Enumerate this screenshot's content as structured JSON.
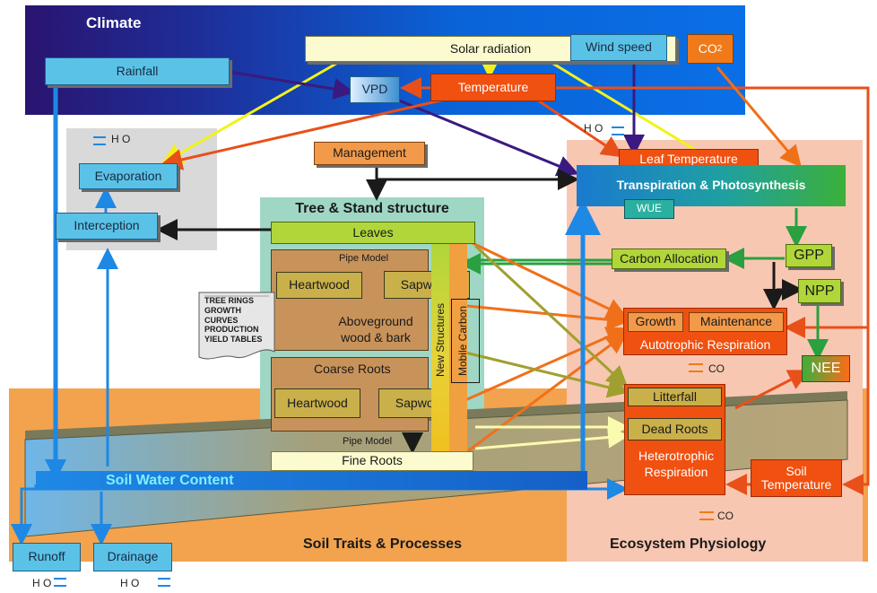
{
  "regions": {
    "climate": "Climate",
    "tree_stand": "Tree & Stand structure",
    "soil": "Soil Traits & Processes",
    "ecosystem": "Ecosystem Physiology"
  },
  "nodes": {
    "solar_radiation": "Solar radiation",
    "wind_speed": "Wind speed",
    "co2_main": "CO",
    "co2_sub": "2",
    "rainfall": "Rainfall",
    "vpd": "VPD",
    "temperature": "Temperature",
    "management": "Management",
    "evaporation": "Evaporation",
    "interception": "Interception",
    "leaf_temperature": "Leaf Temperature",
    "transpiration": "Transpiration & Photosynthesis",
    "wue": "WUE",
    "leaves": "Leaves",
    "pipe_model_top": "Pipe Model",
    "heartwood_top": "Heartwood",
    "sapwood_top": "Sapwood",
    "aboveground": "Aboveground wood & bark",
    "coarse_roots": "Coarse Roots",
    "heartwood_bottom": "Heartwood",
    "sapwood_bottom": "Sapwood",
    "pipe_model_bottom": "Pipe Model",
    "fine_roots": "Fine Roots",
    "new_structures": "New Structures",
    "mobile_carbon": "Mobile Carbon",
    "tree_rings": "TREE RINGS",
    "growth_curves": "GROWTH CURVES",
    "production": "PRODUCTION",
    "yield_tables": "YIELD TABLES",
    "carbon_allocation": "Carbon Allocation",
    "gpp": "GPP",
    "npp": "NPP",
    "growth": "Growth",
    "maintenance": "Maintenance",
    "autotrophic": "Autotrophic Respiration",
    "nee": "NEE",
    "litterfall": "Litterfall",
    "dead_roots": "Dead Roots",
    "heterotrophic": "Heterotrophic Respiration",
    "soil_temperature": "Soil Temperature",
    "soil_water_content": "Soil Water Content",
    "runoff": "Runoff",
    "drainage": "Drainage",
    "h2o_label": "H O",
    "co_label": "CO"
  },
  "colors": {
    "climate_blue": "#0a63d8",
    "arrow_blue": "#1e88e5",
    "arrow_black": "#1a1a1a",
    "arrow_yellow": "#f2f21a",
    "arrow_orange": "#f0701a",
    "arrow_red": "#e8501a",
    "arrow_purple": "#3a1a80",
    "arrow_green": "#2aa040",
    "arrow_olive": "#a0a030"
  }
}
